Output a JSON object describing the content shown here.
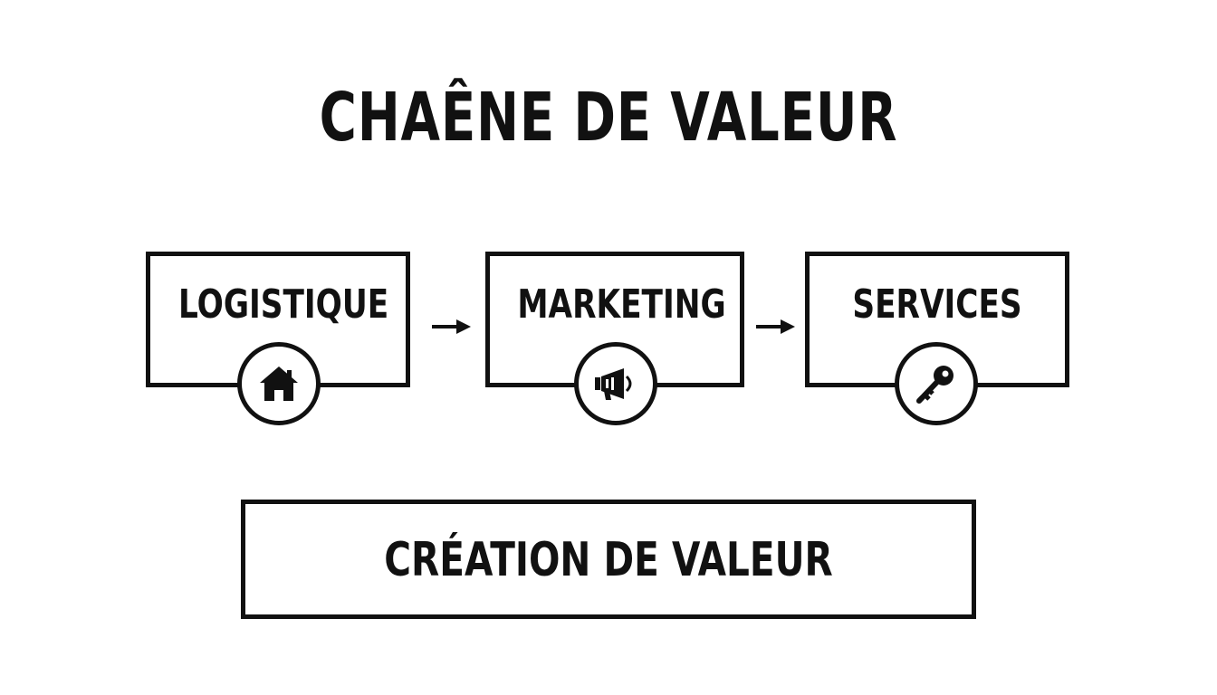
{
  "title": "CHAÊNE DE VALEUR",
  "stages": [
    {
      "label": "LOGISTIQUE",
      "icon": "house-icon"
    },
    {
      "label": "MARKETING",
      "icon": "megaphone-icon"
    },
    {
      "label": "SERVICES",
      "icon": "key-icon"
    }
  ],
  "result": {
    "label": "CRÉATION DE VALEUR"
  },
  "colors": {
    "line": "#111111",
    "background": "#ffffff"
  }
}
